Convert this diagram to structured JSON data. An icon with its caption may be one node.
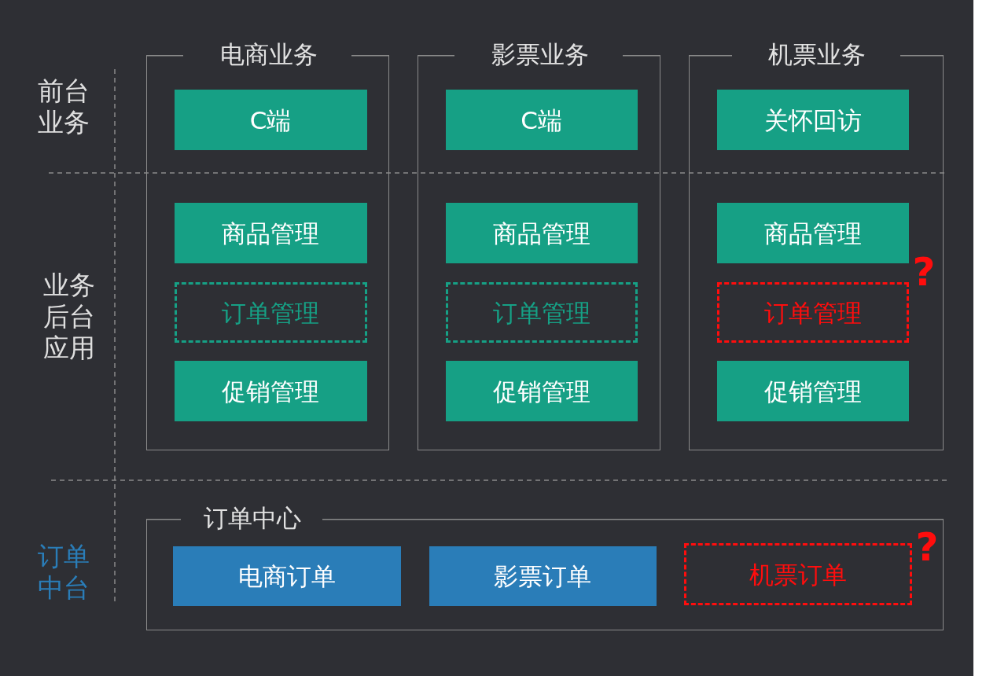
{
  "diagram": {
    "nodes": [
      {
        "text": [
          "电商业务"
        ]
      },
      {
        "text": [
          "C端"
        ],
        "in": 0
      },
      {
        "text": [
          "商品管理"
        ],
        "in": 0
      },
      {
        "text": [
          "订单管理"
        ],
        "in": 0
      },
      {
        "text": [
          "促销管理"
        ],
        "in": 0
      },
      {
        "text": [
          "影票业务"
        ]
      },
      {
        "text": [
          "C端"
        ],
        "in": 5
      },
      {
        "text": [
          "商品管理"
        ],
        "in": 5
      },
      {
        "text": [
          "订单管理"
        ],
        "in": 5
      },
      {
        "text": [
          "促销管理"
        ],
        "in": 5
      },
      {
        "text": [
          "机票业务"
        ]
      },
      {
        "text": [
          "关怀回访"
        ],
        "in": 10
      },
      {
        "text": [
          "商品管理"
        ],
        "in": 10
      },
      {
        "text": [
          "订单管理"
        ],
        "in": 10,
        "beside": [
          "?"
        ]
      },
      {
        "text": [
          "促销管理"
        ],
        "in": 10
      },
      {
        "text": [
          "订单中心"
        ]
      },
      {
        "text": [
          "电商订单"
        ],
        "in": 15
      },
      {
        "text": [
          "影票订单"
        ],
        "in": 15
      },
      {
        "text": [
          "机票订单"
        ],
        "in": 15,
        "beside": [
          "?"
        ]
      }
    ],
    "labels": [
      "前台业务",
      "业务后台应用",
      "订单中台"
    ]
  }
}
